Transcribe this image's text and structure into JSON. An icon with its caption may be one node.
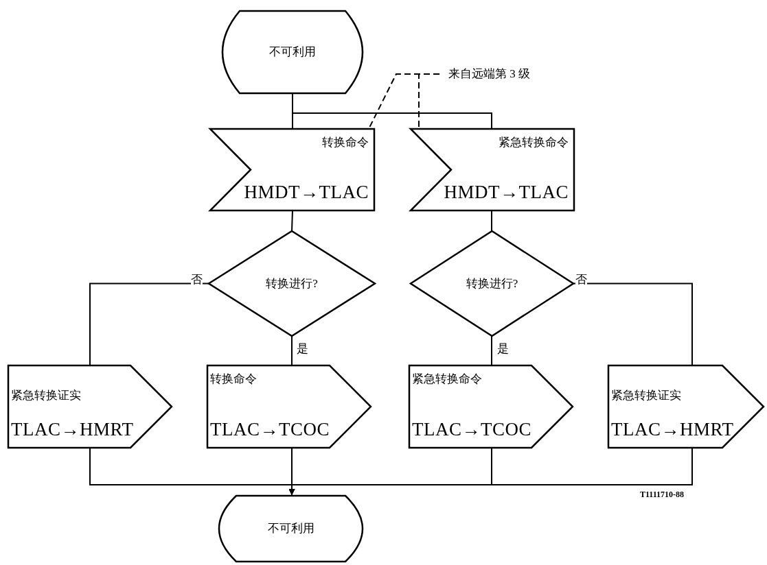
{
  "diagram": {
    "nodes": [
      {
        "text": [
          "不可利用"
        ]
      },
      {
        "text": [
          "转换命令",
          "HMDT→TLAC"
        ]
      },
      {
        "text": [
          "紧急转换命令",
          "HMDT→TLAC"
        ]
      },
      {
        "text": [
          "转换进行?"
        ]
      },
      {
        "text": [
          "转换进行?"
        ]
      },
      {
        "text": [
          "紧急转换证实",
          "TLAC→HMRT"
        ]
      },
      {
        "text": [
          "转换命令",
          "TLAC→TCOC"
        ]
      },
      {
        "text": [
          "紧急转换命令",
          "TLAC→TCOC"
        ]
      },
      {
        "text": [
          "紧急转换证实",
          "TLAC→HMRT"
        ]
      },
      {
        "text": [
          "不可利用"
        ]
      },
      {
        "text": [
          "来自远端第 3 级"
        ]
      }
    ],
    "edges": [
      {
        "from": 0,
        "to": 1,
        "arrow": "none"
      },
      {
        "from": 0,
        "to": 2,
        "arrow": "none"
      },
      {
        "from": 1,
        "to": 3,
        "arrow": "none"
      },
      {
        "from": 2,
        "to": 4,
        "arrow": "none"
      },
      {
        "from": 3,
        "to": 5,
        "arrow": "none",
        "label": "否"
      },
      {
        "from": 3,
        "to": 6,
        "arrow": "none",
        "label": "是"
      },
      {
        "from": 4,
        "to": 7,
        "arrow": "none",
        "label": "是"
      },
      {
        "from": 4,
        "to": 8,
        "arrow": "none",
        "label": "否"
      },
      {
        "from": 5,
        "to": 9,
        "arrow": "to"
      },
      {
        "from": 6,
        "to": 9,
        "arrow": "to"
      },
      {
        "from": 7,
        "to": 9,
        "arrow": "to"
      },
      {
        "from": 8,
        "to": 9,
        "arrow": "to"
      },
      {
        "from": 10,
        "to": 1,
        "arrow": "none",
        "style": "dashed"
      },
      {
        "from": 10,
        "to": 2,
        "arrow": "none",
        "style": "dashed"
      }
    ],
    "labels": [
      "T1111710-88"
    ]
  }
}
